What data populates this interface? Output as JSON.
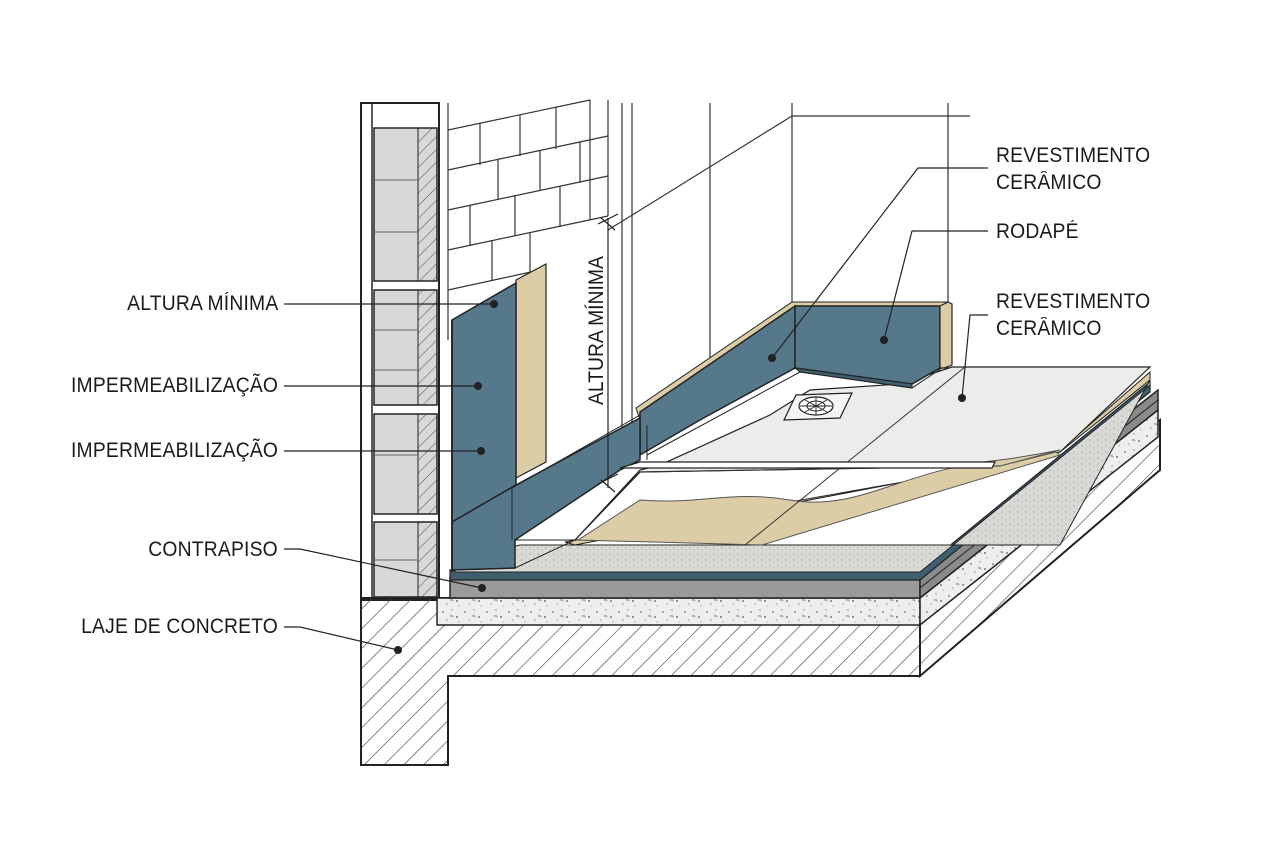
{
  "labels": {
    "altura_minima": "ALTURA MÍNIMA",
    "impermeabilizacao_1": "IMPERMEABILIZAÇÃO",
    "impermeabilizacao_2": "IMPERMEABILIZAÇÃO",
    "contrapiso": "CONTRAPISO",
    "laje_de_concreto": "LAJE DE CONCRETO",
    "revestimento_ceramico_wall_line1": "REVESTIMENTO",
    "revestimento_ceramico_wall_line2": "CERÂMICO",
    "rodape": "RODAPÉ",
    "revestimento_ceramico_floor_line1": "REVESTIMENTO",
    "revestimento_ceramico_floor_line2": "CERÂMICO",
    "altura_minima_vertical": "ALTURA MÍNIMA"
  },
  "colors": {
    "membrane": "#56788b",
    "membrane_dark": "#3f5e70",
    "beige": "#dccda6",
    "tile": "#ececea",
    "block": "#d6d6d6",
    "hatch": "#555555",
    "concrete": "#eeeeee",
    "line": "#222222"
  }
}
